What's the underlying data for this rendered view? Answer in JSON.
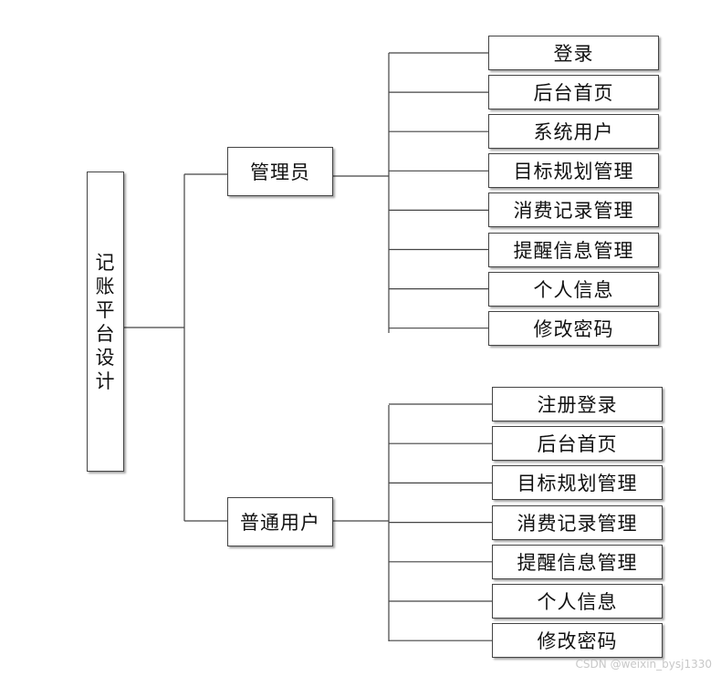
{
  "root": {
    "label": [
      "记",
      "账",
      "平",
      "台",
      "设",
      "计"
    ]
  },
  "admin": {
    "label": "管理员",
    "items": [
      "登录",
      "后台首页",
      "系统用户",
      "目标规划管理",
      "消费记录管理",
      "提醒信息管理",
      "个人信息",
      "修改密码"
    ]
  },
  "user": {
    "label": "普通用户",
    "items": [
      "注册登录",
      "后台首页",
      "目标规划管理",
      "消费记录管理",
      "提醒信息管理",
      "个人信息",
      "修改密码"
    ]
  },
  "watermark": "CSDN @weixin_bysj1330",
  "colors": {
    "line": "#444444",
    "box_border": "#444444",
    "background": "#ffffff"
  }
}
